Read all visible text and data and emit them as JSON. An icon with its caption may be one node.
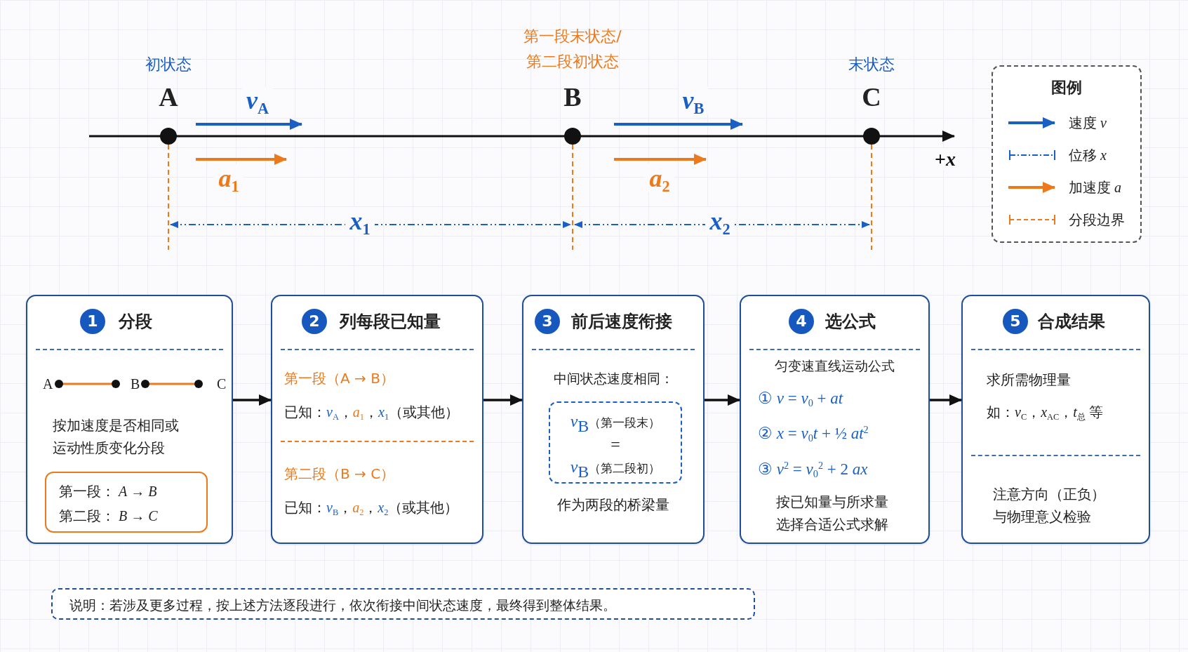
{
  "diagram": {
    "nodes": [
      {
        "text": [
          "A"
        ],
        "beside": [
          "初状态"
        ]
      },
      {
        "text": [
          "B"
        ],
        "beside": [
          "第一段末状态/第二段初状态"
        ]
      },
      {
        "text": [
          "C"
        ],
        "beside": [
          "末状态"
        ]
      },
      {
        "text": [
          "1",
          "分段",
          "A",
          "B",
          "C",
          "按加速度是否相同或运动性质变化分段"
        ]
      },
      {
        "text": [
          "第一段： *A* → *B*",
          "第二段： *B* → *C*"
        ],
        "in": 3
      },
      {
        "text": [
          "2",
          "列每段已知量",
          "第一段（A → B）",
          "已知：*v*$_{A}$，*a*$_{1}$，*x*$_{1}$（或其他）",
          "第二段（B → C）",
          "已知：*v*$_{B}$，*a*$_{2}$，*x*$_{2}$（或其他）"
        ]
      },
      {
        "text": [
          "3",
          "前后速度衔接",
          "中间状态速度相同：",
          "作为两段的桥梁量"
        ]
      },
      {
        "text": [
          "*v*$_{B}$（第一段末）",
          "=",
          "*v*$_{B}$（第二段初）"
        ],
        "in": 6
      },
      {
        "text": [
          "4",
          "选公式",
          "匀变速直线运动公式",
          "① *v* = *v*$_{0}$ + *at*",
          "② *x* = *v*$_{0}$*t* + ½ *at*$^{2}$",
          "③ *v*$^{2}$ = *v*$_{0}$$^{2}$ + 2 *ax*",
          "按已知量与所求量选择合适公式求解"
        ]
      },
      {
        "text": [
          "5",
          "合成结果",
          "求所需物理量",
          "如：*v*$_{C}$，*x*$_{AC}$，*t*$_{总}$ 等",
          "注意方向（正负）与物理意义检验"
        ]
      },
      {
        "text": [
          "说明：若涉及更多过程，按上述方法逐段进行，依次衔接中间状态速度，最终得到整体结果。"
        ]
      }
    ],
    "edges": [
      {
        "from": 3,
        "to": 5,
        "arrow": "to"
      },
      {
        "from": 5,
        "to": 6,
        "arrow": "to"
      },
      {
        "from": 6,
        "to": 8,
        "arrow": "to"
      },
      {
        "from": 8,
        "to": 9,
        "arrow": "to"
      }
    ],
    "labels": [
      "*v*$_{A}$",
      "*v*$_{B}$",
      "*a*$_{1}$",
      "*a*$_{2}$",
      "+*x*",
      "*x*$_{1}$",
      "*x*$_{2}$",
      "图例"
    ],
    "legend": [
      {
        "text": "速度 *v*"
      },
      {
        "text": "位移 *x*"
      },
      {
        "text": "加速度 *a*"
      },
      {
        "text": "分段边界"
      }
    ]
  }
}
